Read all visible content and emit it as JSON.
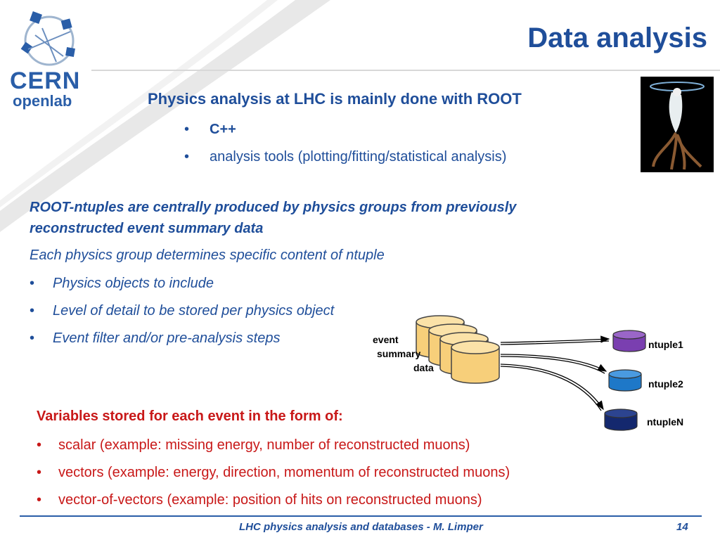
{
  "slide": {
    "title": "Data analysis",
    "logo": {
      "cern": "CERN",
      "openlab": "openlab"
    },
    "heading": "Physics analysis at LHC is mainly done with ROOT",
    "sub_bullets": [
      "C++",
      "analysis tools (plotting/fitting/statistical analysis)"
    ],
    "ntuple_intro_line1": "ROOT-ntuples are centrally produced by physics groups from previously",
    "ntuple_intro_line2": "reconstructed event summary data",
    "group_line": "Each physics group determines specific content of ntuple",
    "group_bullets": [
      "Physics objects to include",
      "Level of detail to be stored per physics object",
      "Event filter and/or pre-analysis steps"
    ],
    "variables_heading": "Variables stored for each event in the form of:",
    "variable_bullets": [
      "scalar (example: missing energy, number of reconstructed muons)",
      "vectors (example: energy, direction, momentum of reconstructed muons)",
      "vector-of-vectors (example: position of hits on reconstructed muons)"
    ],
    "bullet_char": "•"
  },
  "diagram": {
    "source_label": {
      "line1": "event",
      "line2": "summary",
      "line3": "data"
    },
    "outputs": [
      {
        "label": "ntuple1",
        "color": "#7a3fb0"
      },
      {
        "label": "ntuple2",
        "color": "#1e78c8"
      },
      {
        "label": "ntupleN",
        "color": "#14286e"
      }
    ],
    "source_color": "#f7cf7a"
  },
  "footer": {
    "text": "LHC physics analysis and databases - M. Limper",
    "page": "14"
  },
  "colors": {
    "accent": "#1f4e9a",
    "red": "#c81818"
  }
}
